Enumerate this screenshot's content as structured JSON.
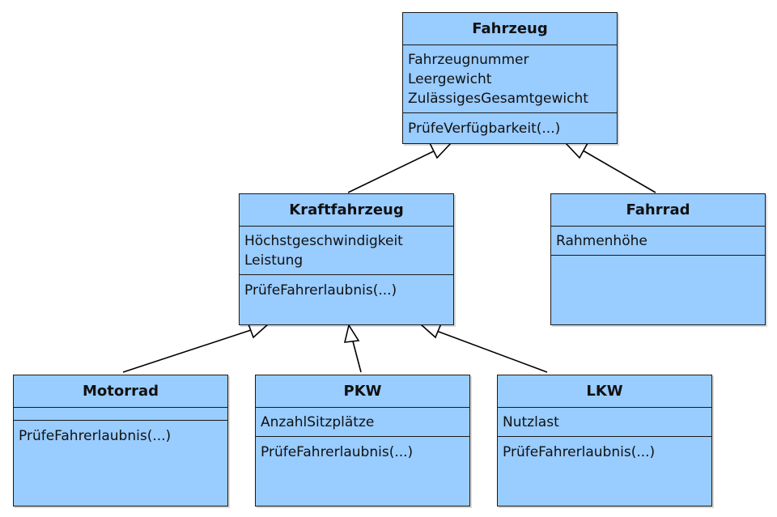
{
  "classes": {
    "fahrzeug": {
      "name": "Fahrzeug",
      "attributes": [
        "Fahrzeugnummer",
        "Leergewicht",
        "ZulässigesGesamtgewicht"
      ],
      "operations": [
        "PrüfeVerfügbarkeit(...)"
      ]
    },
    "kraftfahrzeug": {
      "name": "Kraftfahrzeug",
      "attributes": [
        "Höchstgeschwindigkeit",
        "Leistung"
      ],
      "operations": [
        "PrüfeFahrerlaubnis(...)"
      ]
    },
    "fahrrad": {
      "name": "Fahrrad",
      "attributes": [
        "Rahmenhöhe"
      ],
      "operations": []
    },
    "motorrad": {
      "name": "Motorrad",
      "attributes": [],
      "operations": [
        "PrüfeFahrerlaubnis(...)"
      ]
    },
    "pkw": {
      "name": "PKW",
      "attributes": [
        "AnzahlSitzplätze"
      ],
      "operations": [
        "PrüfeFahrerlaubnis(...)"
      ]
    },
    "lkw": {
      "name": "LKW",
      "attributes": [
        "Nutzlast"
      ],
      "operations": [
        "PrüfeFahrerlaubnis(...)"
      ]
    }
  },
  "generalizations": [
    {
      "from": "kraftfahrzeug",
      "to": "fahrzeug"
    },
    {
      "from": "fahrrad",
      "to": "fahrzeug"
    },
    {
      "from": "motorrad",
      "to": "kraftfahrzeug"
    },
    {
      "from": "pkw",
      "to": "kraftfahrzeug"
    },
    {
      "from": "lkw",
      "to": "kraftfahrzeug"
    }
  ],
  "colors": {
    "class_fill": "#99ccff",
    "border": "#1a1a1a"
  }
}
